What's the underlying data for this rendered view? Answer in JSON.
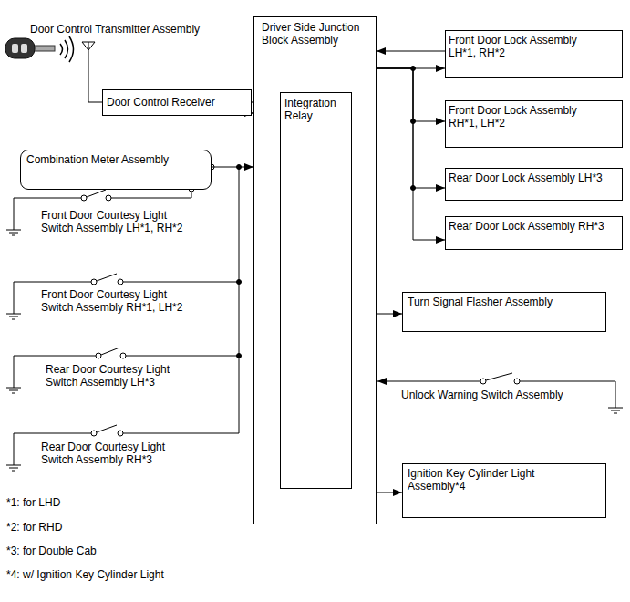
{
  "diagram": {
    "nodes": [
      {
        "text": [
          "Driver Side Junction Block Assembly"
        ]
      },
      {
        "text": [
          "Integration Relay"
        ],
        "in": 0
      },
      {
        "text": [
          "Door Control Receiver"
        ]
      },
      {
        "text": [
          "Combination Meter Assembly"
        ]
      },
      {
        "text": [
          "Front Door Lock Assembly LH*1, RH*2"
        ]
      },
      {
        "text": [
          "Front Door Lock Assembly RH*1, LH*2"
        ]
      },
      {
        "text": [
          "Rear Door Lock Assembly LH*3"
        ]
      },
      {
        "text": [
          "Rear Door Lock Assembly RH*3"
        ]
      },
      {
        "text": [
          "Turn Signal Flasher Assembly"
        ]
      },
      {
        "text": [
          "Ignition Key Cylinder Light Assembly*4"
        ]
      }
    ],
    "edges": [
      {
        "from": 0,
        "to": 2,
        "arrow": "to"
      },
      {
        "from": 2,
        "to": 0,
        "arrow": "to"
      },
      {
        "from": 3,
        "to": 0,
        "arrow": "to"
      },
      {
        "from": 4,
        "to": 0,
        "arrow": "to"
      },
      {
        "from": 0,
        "to": 4,
        "arrow": "to"
      },
      {
        "from": 0,
        "to": 5,
        "arrow": "to"
      },
      {
        "from": 0,
        "to": 6,
        "arrow": "to"
      },
      {
        "from": 0,
        "to": 7,
        "arrow": "to"
      },
      {
        "from": 0,
        "to": 8,
        "arrow": "to"
      },
      {
        "from": 0,
        "to": 9,
        "arrow": "to"
      }
    ],
    "labels": [
      "Door Control Transmitter Assembly",
      "Front Door Courtesy Light Switch Assembly LH*1, RH*2",
      "Front Door Courtesy Light Switch Assembly RH*1, LH*2",
      "Rear Door Courtesy Light Switch Assembly LH*3",
      "Rear Door Courtesy Light Switch Assembly RH*3",
      "Unlock Warning Switch Assembly",
      "*1: for LHD",
      "*2: for RHD",
      "*3: for Double Cab",
      "*4: w/ Ignition Key Cylinder Light"
    ]
  }
}
